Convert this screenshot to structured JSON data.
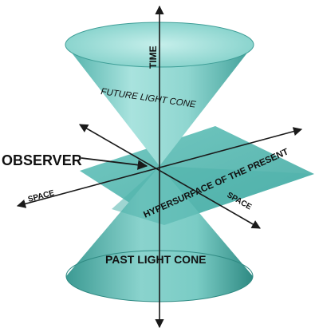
{
  "labels": {
    "time": "TIME",
    "future_light_cone": "FUTURE LIGHT CONE",
    "observer": "OBSERVER",
    "space_left": "SPACE",
    "space_right": "SPACE",
    "hypersurface": "HYPERSURFACE OF THE PRESENT",
    "past_light_cone": "PAST LIGHT CONE"
  },
  "colors": {
    "cone_light": "#a8e2de",
    "cone_mid": "#6cc4bd",
    "cone_dark": "#3a9c95",
    "plane": "#5cbab3",
    "plane_dark": "#3f9a93",
    "axis": "#1a1a1a"
  }
}
